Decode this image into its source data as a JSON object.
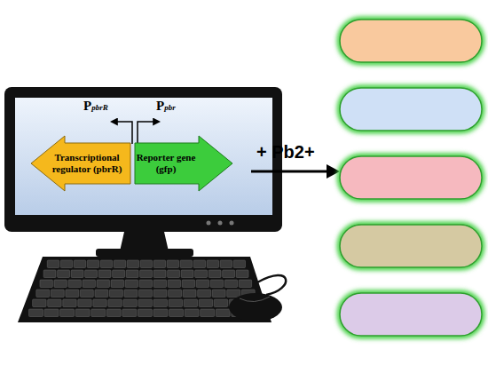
{
  "diagram": {
    "nodes": [
      {
        "text": [
          "Transcriptional regulator (pbrR)"
        ]
      },
      {
        "text": [
          "Reporter gene (gfp)"
        ]
      }
    ],
    "labels": [
      "PpbrR",
      "Ppbr",
      "+ Pb2+"
    ]
  }
}
